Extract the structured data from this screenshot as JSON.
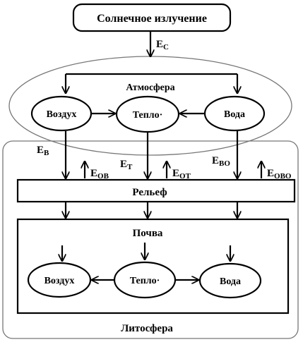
{
  "title_box": "Солнечное излучение",
  "e_c": {
    "main": "E",
    "sub": "C"
  },
  "atmosphere": {
    "title": "Атмосфера",
    "air": "Воздух",
    "heat": "Тепло·",
    "water": "Вода"
  },
  "fluxes_down": {
    "e_v": {
      "main": "E",
      "sub": "B"
    },
    "e_t": {
      "main": "E",
      "sub": "T"
    },
    "e_vo": {
      "main": "E",
      "sub": "BO"
    }
  },
  "fluxes_up": {
    "e_ov": {
      "main": "E",
      "sub": "OB"
    },
    "e_ot": {
      "main": "E",
      "sub": "OT"
    },
    "e_ovo": {
      "main": "E",
      "sub": "OBO"
    }
  },
  "relief": "Рельеф",
  "soil": {
    "title": "Почва",
    "air": "Воздух",
    "heat": "Тепло·",
    "water": "Вода"
  },
  "lithosphere": "Литосфера"
}
